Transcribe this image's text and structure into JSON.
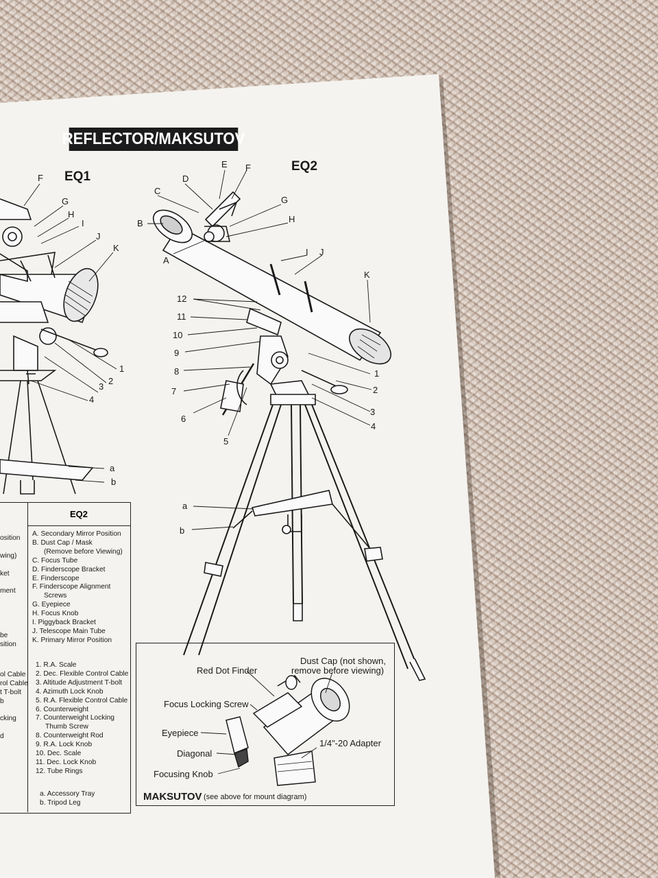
{
  "title": "REFLECTOR/MAKSUTOV",
  "eq1_header": "EQ1",
  "eq2_header": "EQ2",
  "eq1_letters": [
    "F",
    "G",
    "H",
    "I",
    "J",
    "K"
  ],
  "eq1_numbers": [
    "1",
    "2",
    "3",
    "4"
  ],
  "eq1_tray": [
    "a",
    "b"
  ],
  "eq2_letters": [
    "E",
    "F",
    "D",
    "C",
    "G",
    "B",
    "H",
    "A",
    "I",
    "J",
    "K"
  ],
  "eq2_numbers": [
    "12",
    "11",
    "10",
    "9",
    "8",
    "7",
    "6",
    "5",
    "1",
    "2",
    "3",
    "4"
  ],
  "eq2_tray": [
    "a",
    "b"
  ],
  "table": {
    "header": "EQ2",
    "letter_parts": [
      "A. Secondary Mirror Position",
      "B. Dust Cap / Mask",
      "(Remove before Viewing)",
      "C. Focus Tube",
      "D. Finderscope Bracket",
      "E. Finderscope",
      "F. Finderscope Alignment",
      "Screws",
      "G. Eyepiece",
      "H. Focus Knob",
      "I. Piggyback Bracket",
      "J. Telescope Main Tube",
      "K. Primary Mirror Position"
    ],
    "number_parts": [
      "1. R.A. Scale",
      "2. Dec. Flexible Control Cable",
      "3. Altitude Adjustment T-bolt",
      "4. Azimuth Lock Knob",
      "5. R.A. Flexible Control Cable",
      "6. Counterweight",
      "7. Counterweight Locking",
      "Thumb Screw",
      "8. Counterweight Rod",
      "9. R.A. Lock Knob",
      "10. Dec. Scale",
      "11. Dec. Lock Knob",
      "12. Tube Rings"
    ],
    "tray_parts": [
      "a. Accessory Tray",
      "b. Tripod Leg"
    ],
    "eq1_cut_letters": [
      "osition",
      "",
      "wing)",
      "",
      "ket",
      "",
      "ment",
      "",
      "",
      "",
      "",
      "be",
      "sition"
    ],
    "eq1_cut_numbers": [
      "",
      "ol Cable",
      "rol Cable",
      "t T-bolt",
      "b",
      "",
      "cking",
      "",
      "d"
    ]
  },
  "maksutov": {
    "red_dot_finder": "Red Dot Finder",
    "dust_cap": "Dust Cap (not shown,",
    "dust_cap_2": "remove before viewing)",
    "focus_locking_screw": "Focus Locking Screw",
    "eyepiece": "Eyepiece",
    "diagonal": "Diagonal",
    "adapter": "1/4\"-20 Adapter",
    "focusing_knob": "Focusing Knob",
    "title": "MAKSUTOV",
    "subtitle": "(see above for mount diagram)"
  }
}
